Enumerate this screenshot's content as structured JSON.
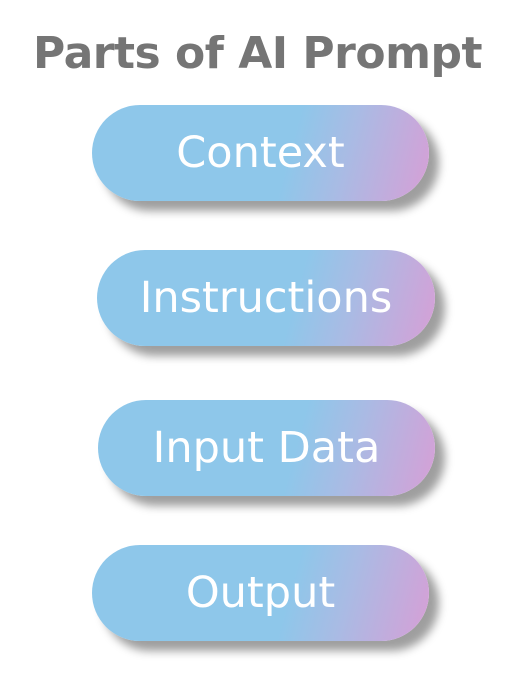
{
  "title": "Parts of AI Prompt",
  "items": [
    {
      "label": "Context"
    },
    {
      "label": "Instructions"
    },
    {
      "label": "Input Data"
    },
    {
      "label": "Output"
    }
  ],
  "colors": {
    "title_text": "#757575",
    "pill_blue": "#8ec7ea",
    "pill_pink": "#d79fd6",
    "pill_text": "#ffffff"
  }
}
